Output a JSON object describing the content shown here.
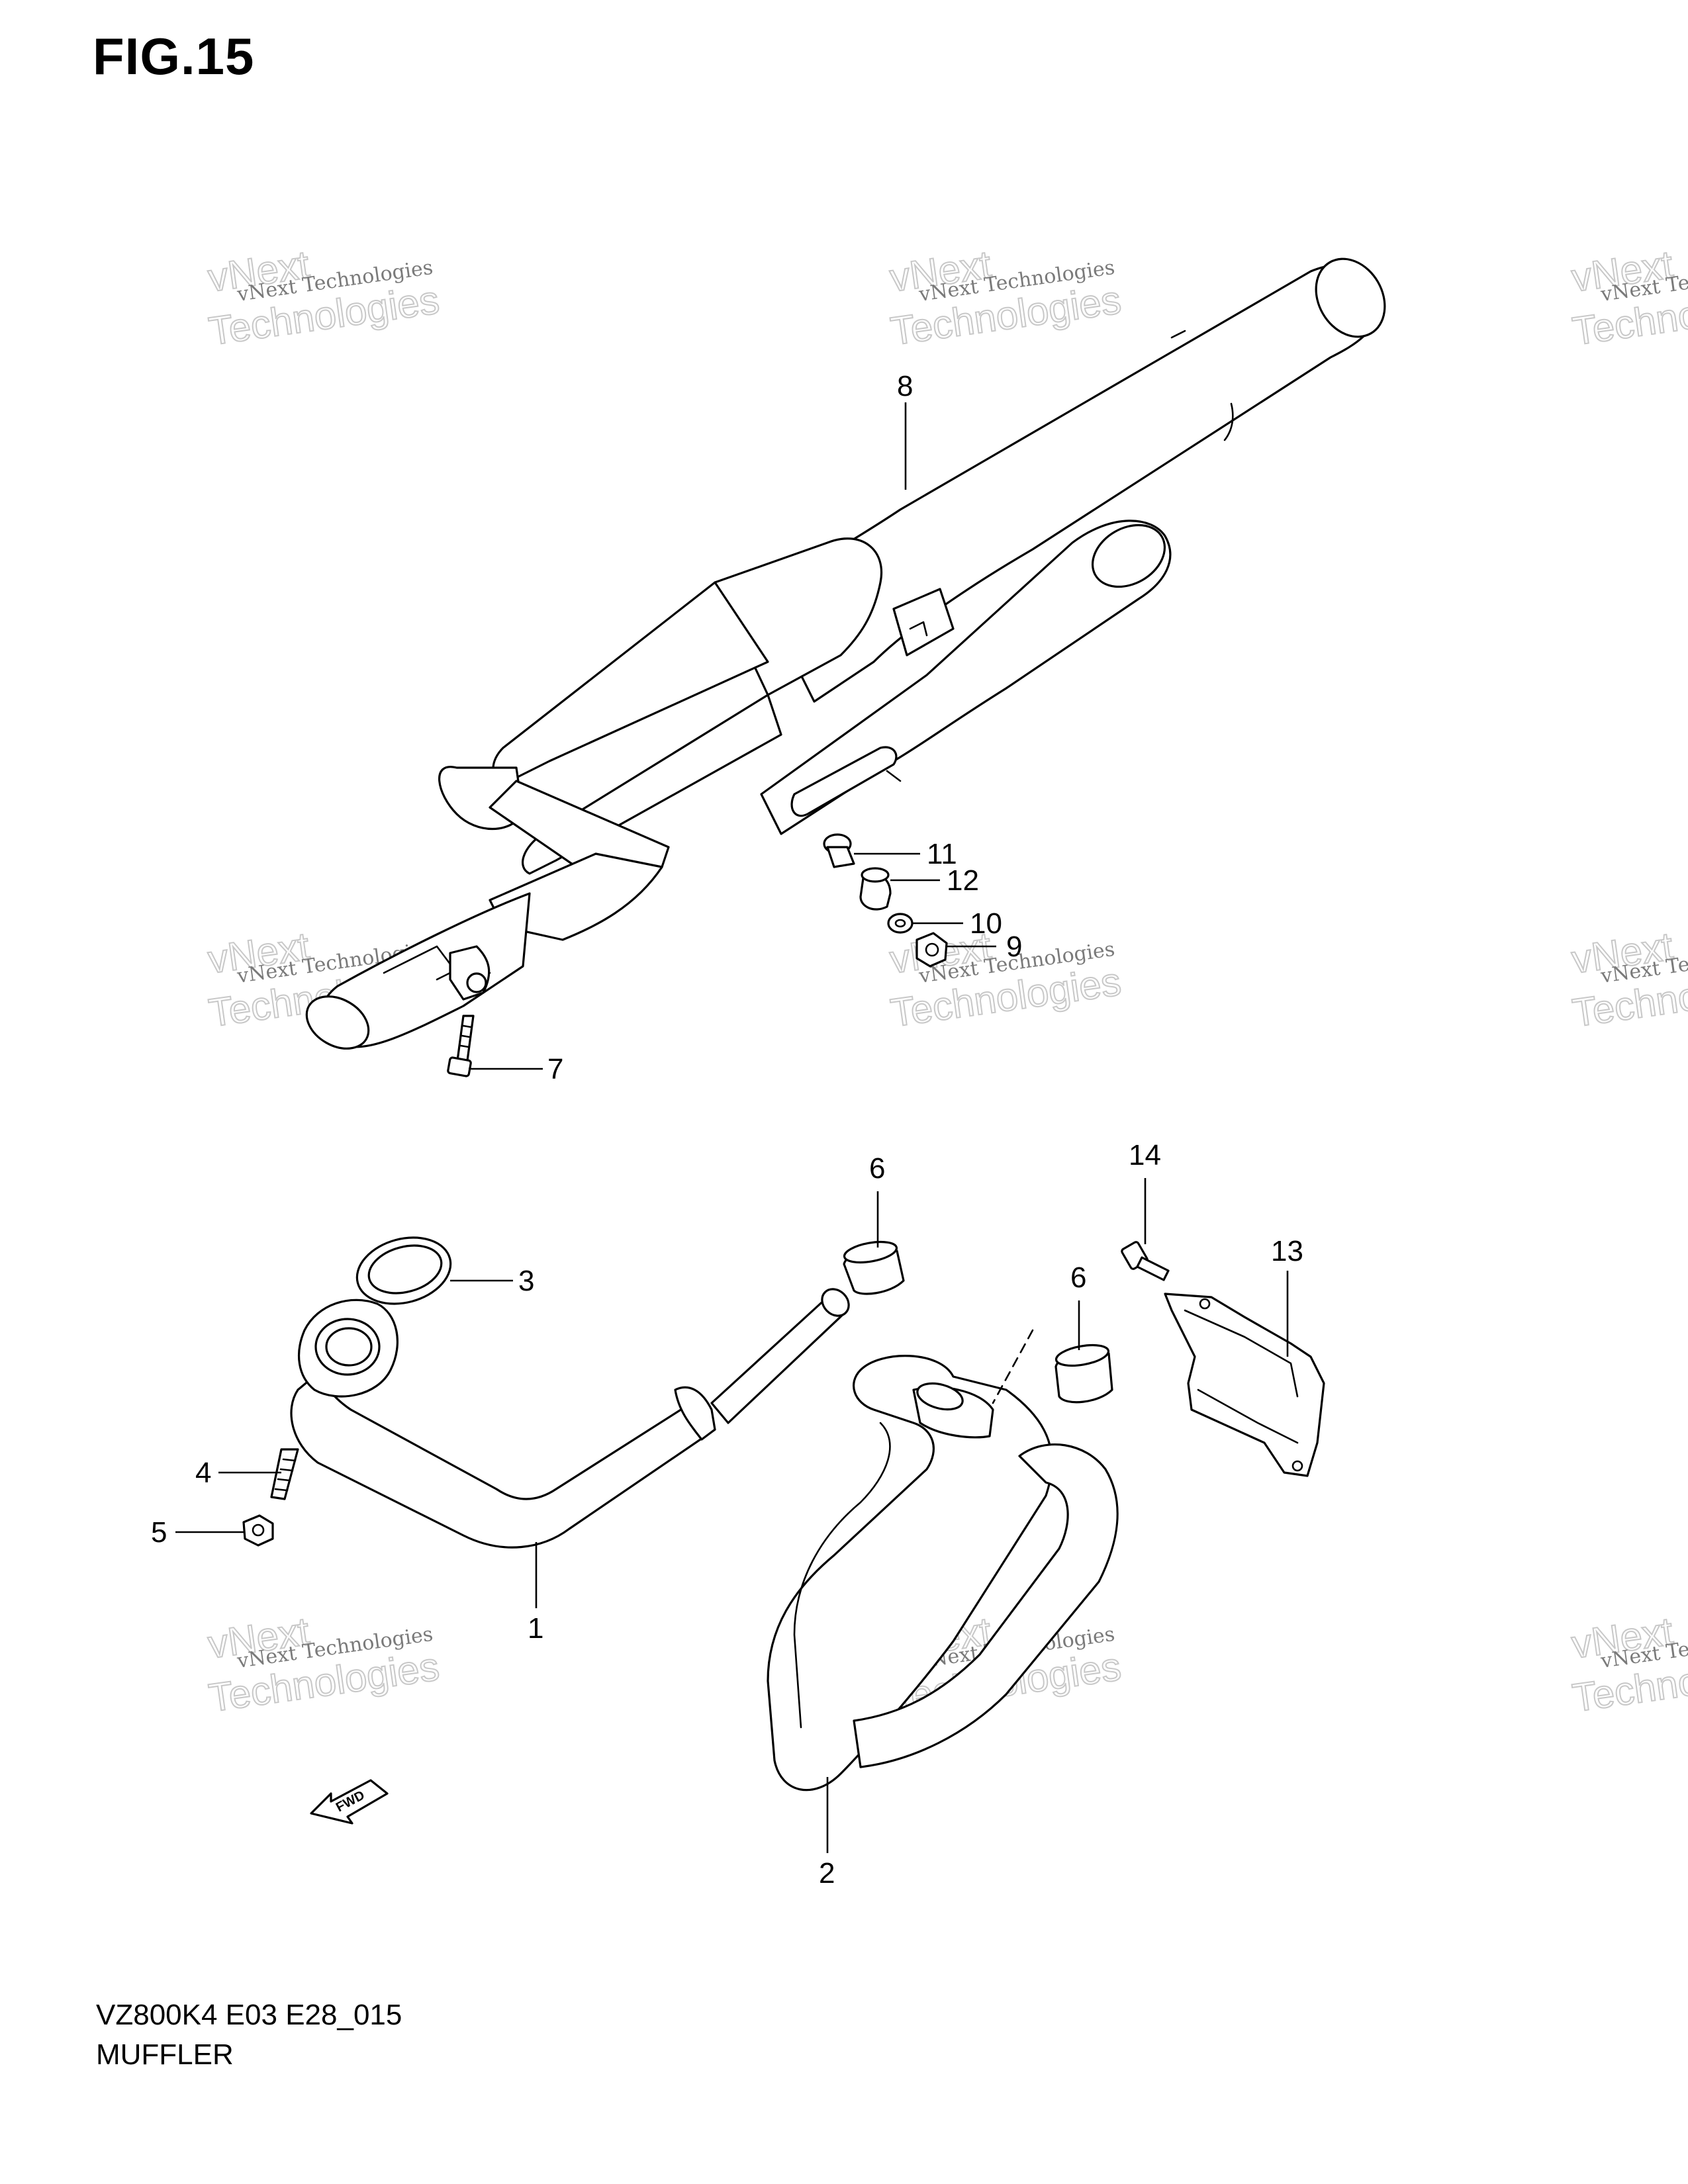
{
  "figure": {
    "title": "FIG.15",
    "model_code": "VZ800K4 E03 E28_015",
    "section_name": "MUFFLER"
  },
  "watermark": {
    "line1": "vNext Technologies",
    "line2a": "vNext",
    "line2b": "Technologies"
  },
  "fwd_label": "FWD",
  "callouts": {
    "c1": "1",
    "c2": "2",
    "c3": "3",
    "c4": "4",
    "c5": "5",
    "c6a": "6",
    "c6b": "6",
    "c7": "7",
    "c8": "8",
    "c9": "9",
    "c10": "10",
    "c11": "11",
    "c12": "12",
    "c13": "13",
    "c14": "14"
  }
}
